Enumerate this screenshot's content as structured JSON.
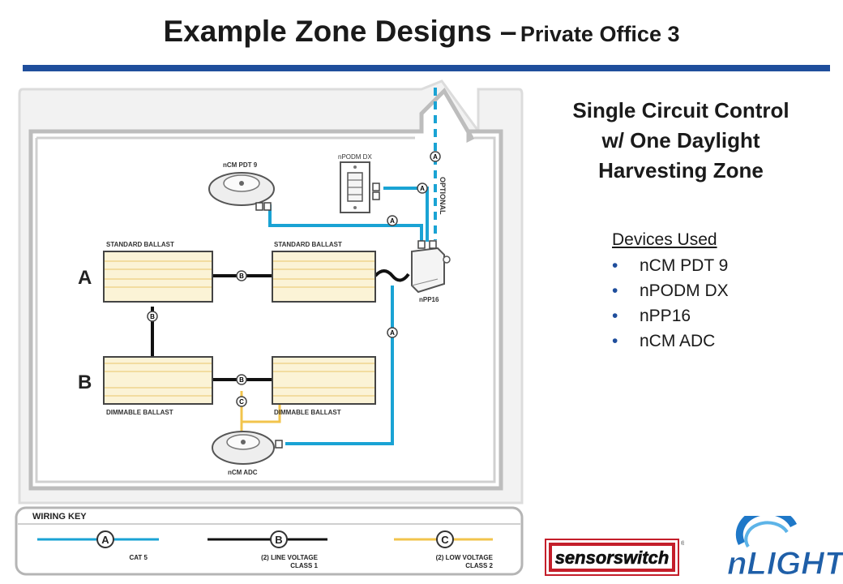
{
  "title": {
    "main": "Example Zone Designs –",
    "sub": "Private Office 3"
  },
  "heading": {
    "line1": "Single Circuit Control",
    "line2": "w/ One Daylight",
    "line3": "Harvesting Zone"
  },
  "devices": {
    "title": "Devices Used",
    "items": [
      "nCM PDT 9",
      "nPODM DX",
      "nPP16",
      "nCM ADC"
    ]
  },
  "diagram": {
    "zone_a": "A",
    "zone_b": "B",
    "standard_ballast": "STANDARD BALLAST",
    "dimmable_ballast": "DIMMABLE BALLAST",
    "ncm_pdt9": "nCM PDT 9",
    "npodm_dx": "nPODM DX",
    "npp16": "nPP16",
    "ncm_adc": "nCM ADC",
    "optional": "OPTIONAL",
    "wire_a": "A",
    "wire_b": "B",
    "wire_c": "C"
  },
  "wiring_key": {
    "title": "WIRING KEY",
    "a": {
      "letter": "A",
      "label1": "CAT 5",
      "label2": "",
      "color": "#1aa3d4"
    },
    "b": {
      "letter": "B",
      "label1": "(2) LINE VOLTAGE",
      "label2": "CLASS 1",
      "color": "#111111"
    },
    "c": {
      "letter": "C",
      "label1": "(2) LOW VOLTAGE",
      "label2": "CLASS 2",
      "color": "#f2c44c"
    }
  },
  "logos": {
    "sensorswitch": "sensorswitch",
    "nlight": "nLIGHT",
    "registered": "®"
  }
}
